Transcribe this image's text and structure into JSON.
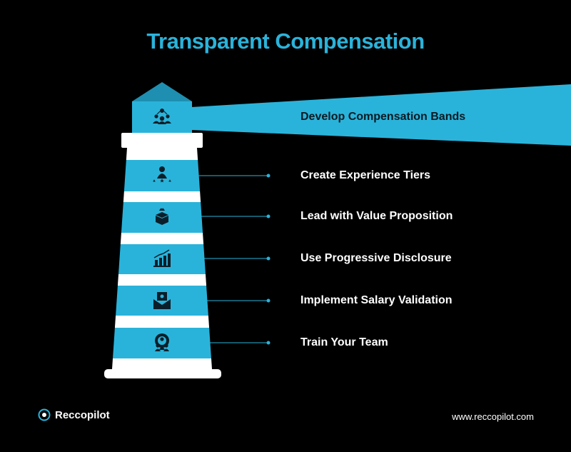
{
  "title": "Transparent Compensation",
  "colors": {
    "accent": "#2ab3da",
    "background": "#000000",
    "stripe": "#ffffff"
  },
  "beam": {
    "label": "Develop Compensation Bands",
    "icon": "team-network-icon"
  },
  "items": [
    {
      "label": "Create Experience Tiers",
      "icon": "person-stars-icon"
    },
    {
      "label": "Lead with Value Proposition",
      "icon": "gift-box-icon"
    },
    {
      "label": "Use Progressive Disclosure",
      "icon": "growth-chart-icon"
    },
    {
      "label": "Implement Salary Validation",
      "icon": "money-envelope-icon"
    },
    {
      "label": "Train Your Team",
      "icon": "team-gear-icon"
    }
  ],
  "footer": {
    "brand": "Reccopilot",
    "website": "www.reccopilot.com"
  }
}
